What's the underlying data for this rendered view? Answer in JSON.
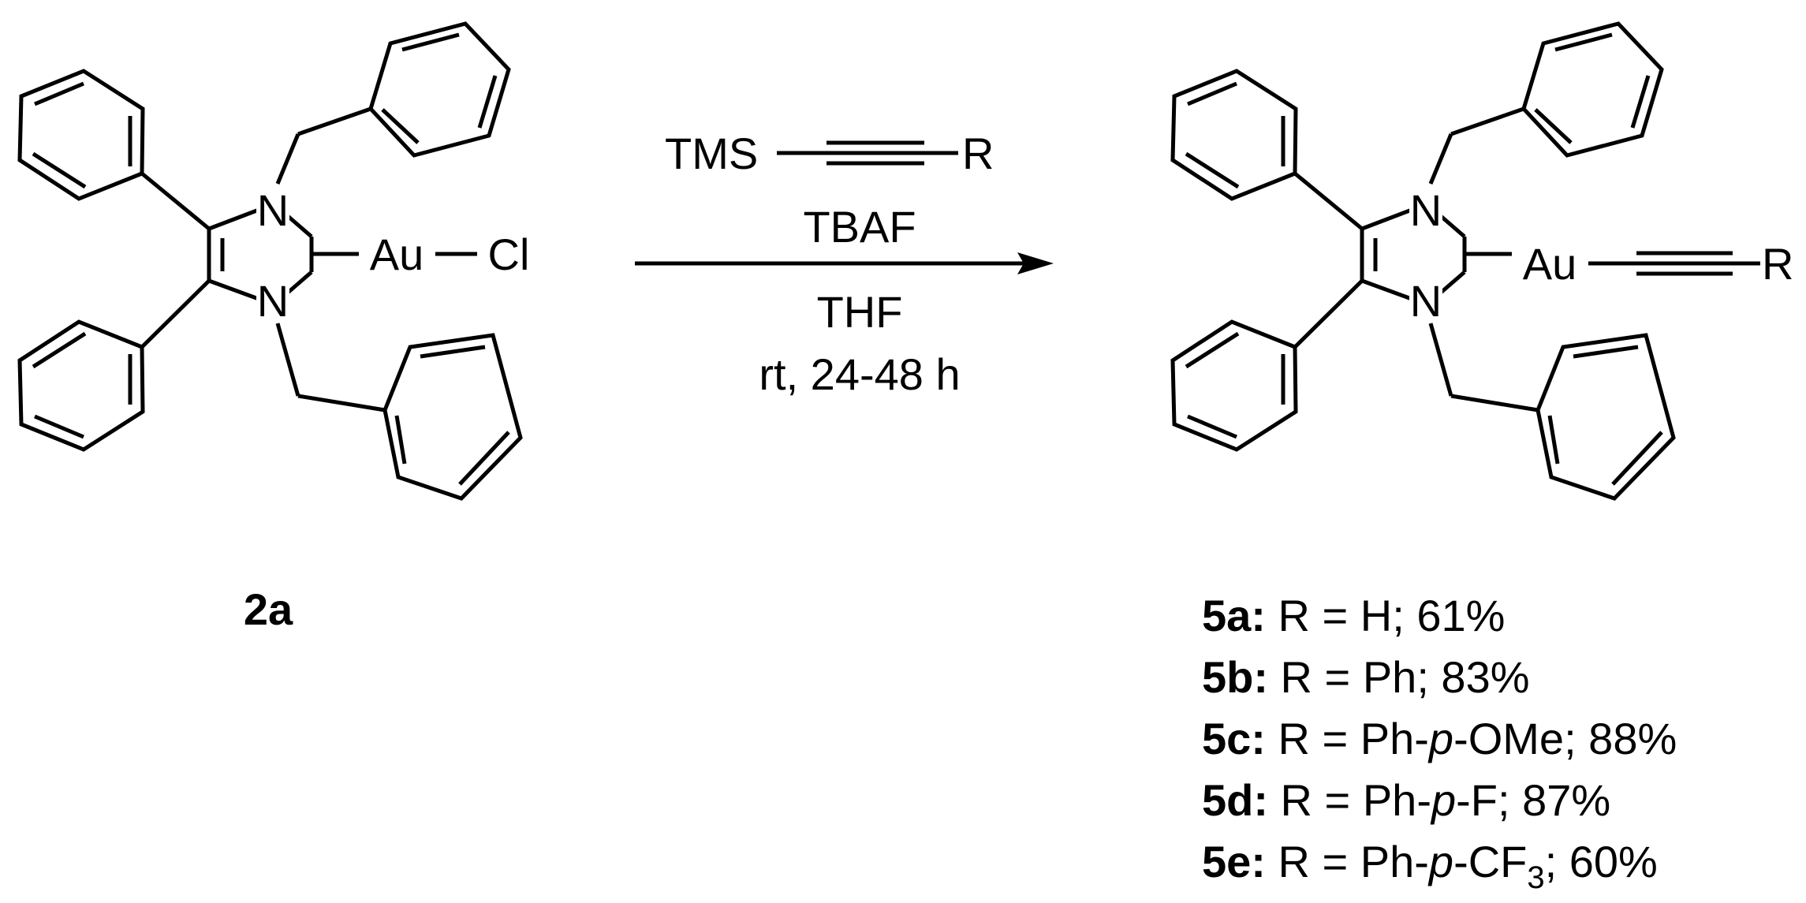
{
  "reactant": {
    "compound_label": "2a",
    "atoms": {
      "n_top": "N",
      "n_bottom": "N",
      "metal": "Au",
      "halide": "Cl"
    }
  },
  "conditions": {
    "reagent_left": "TMS",
    "reagent_right": "R",
    "line2": "TBAF",
    "line3": "THF",
    "line4": "rt, 24-48 h"
  },
  "product": {
    "atoms": {
      "n_top": "N",
      "n_bottom": "N",
      "metal": "Au",
      "r_group": "R"
    },
    "entries": [
      {
        "id": "5a:",
        "pre": " R = H; 61%",
        "ital": "",
        "post": "",
        "sub": "",
        "tail": ""
      },
      {
        "id": "5b:",
        "pre": " R = Ph; 83%",
        "ital": "",
        "post": "",
        "sub": "",
        "tail": ""
      },
      {
        "id": "5c:",
        "pre": " R = Ph-",
        "ital": "p",
        "post": "-OMe; 88%",
        "sub": "",
        "tail": ""
      },
      {
        "id": "5d:",
        "pre": " R = Ph-",
        "ital": "p",
        "post": "-F; 87%",
        "sub": "",
        "tail": ""
      },
      {
        "id": "5e:",
        "pre": " R = Ph-",
        "ital": "p",
        "post": "-CF",
        "sub": "3",
        "tail": "; 60%"
      }
    ]
  }
}
